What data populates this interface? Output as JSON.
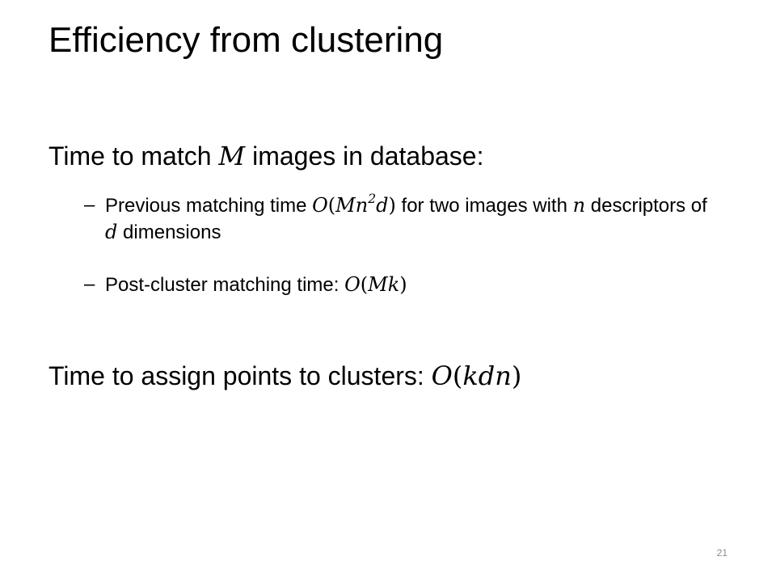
{
  "slide": {
    "title": "Efficiency from clustering",
    "page_number": "21"
  },
  "point1": {
    "text_before": "Time to match ",
    "var_M": "M",
    "text_after": " images in database:"
  },
  "bullet1": {
    "dash": "–",
    "text_before": "Previous matching time ",
    "math_O": "O",
    "math_open": "(",
    "math_Mn": "Mn",
    "math_exp": "2",
    "math_d": "d",
    "math_close": ")",
    "text_mid": " for two images with ",
    "var_n": "n",
    "text_mid2": " descriptors of ",
    "var_d": "d",
    "text_end": " dimensions"
  },
  "bullet2": {
    "dash": "–",
    "text_before": "Post-cluster matching time: ",
    "math_O": "O",
    "math_open": "(",
    "math_inner": "Mk",
    "math_close": ")"
  },
  "point2": {
    "text_before": "Time to assign points to clusters: ",
    "math_O": "O",
    "math_open": "(",
    "math_inner": "kdn",
    "math_close": ")"
  }
}
